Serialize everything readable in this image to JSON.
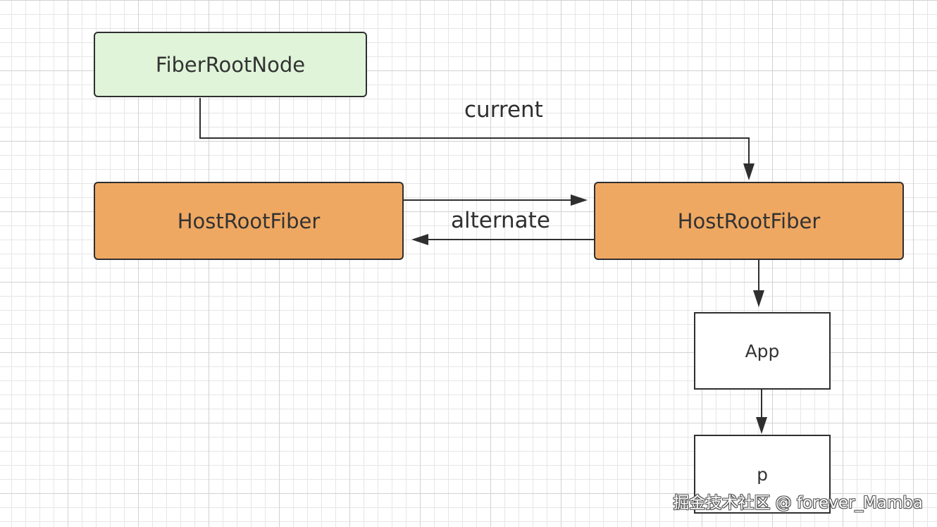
{
  "nodes": {
    "fiber_root_node": "FiberRootNode",
    "host_root_fiber_left": "HostRootFiber",
    "host_root_fiber_right": "HostRootFiber",
    "app": "App",
    "p": "p"
  },
  "edges": {
    "current_label": "current",
    "alternate_label": "alternate"
  },
  "colors": {
    "root_node_fill": "#dff4d9",
    "fiber_fill": "#efa862",
    "component_fill": "#ffffff",
    "stroke": "#2f2f2f"
  },
  "watermark": "掘金技术社区 @ forever_Mamba"
}
